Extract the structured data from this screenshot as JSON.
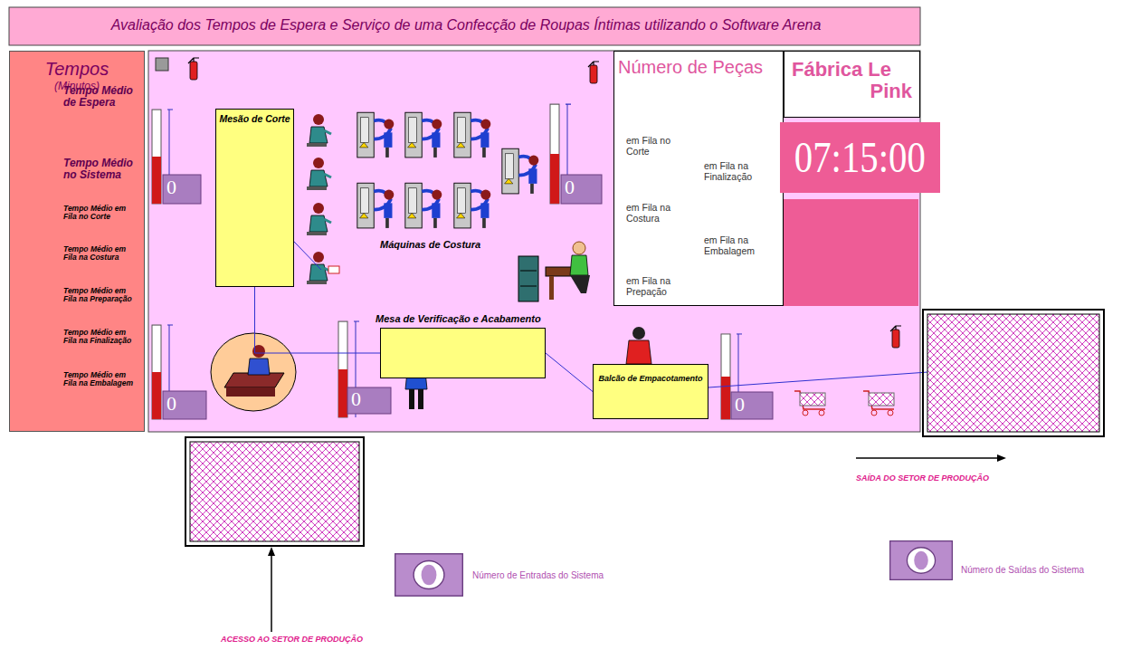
{
  "diagram": {
    "title": "Avaliação dos Tempos de Espera e Serviço de uma Confecção de Roupas Íntimas utilizando o Software Arena",
    "nodes": [
      {
        "text": [
          "Tempos",
          "(Minutos)"
        ]
      },
      {
        "text": [
          "Mesão de Corte"
        ]
      },
      {
        "text": [
          "Número de Peças"
        ]
      },
      {
        "text": [
          "Fábrica Le Pink"
        ]
      },
      {
        "text": [
          "07:15:00"
        ]
      },
      {
        "text": [
          "Mesa de Verificação e Acabamento"
        ]
      },
      {
        "text": [
          "Balcão de Empacotamento"
        ]
      }
    ],
    "edges": [
      {
        "from": 1,
        "to": 5,
        "arrow": "none"
      },
      {
        "from": 5,
        "to": 6,
        "arrow": "none"
      }
    ],
    "labels": [
      "Tempo Médio de Espera",
      "Tempo Médio no Sistema",
      "Tempo Médio em Fila no Corte",
      "Tempo Médio em Fila na Costura",
      "Tempo Médio em Fila na Preparação",
      "Tempo Médio em Fila na Finalização",
      "Tempo Médio em Fila na Embalagem",
      "Máquinas de Costura",
      "em Fila no Corte",
      "em Fila na Costura",
      "em Fila na Prepação",
      "em Fila na Finalização",
      "em Fila na Embalagem",
      "0",
      "0",
      "0",
      "0",
      "0",
      "SAÍDA DO SETOR DE PRODUÇÃO",
      "ACESSO AO SETOR DE PRODUÇÃO",
      "Número de Entradas do Sistema",
      "Número de Saídas do Sistema"
    ]
  }
}
